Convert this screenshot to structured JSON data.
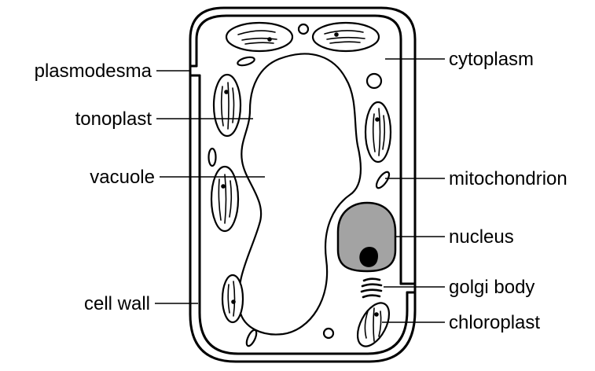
{
  "labels": {
    "plasmodesma": "plasmodesma",
    "tonoplast": "tonoplast",
    "vacuole": "vacuole",
    "cell_wall": "cell wall",
    "cytoplasm": "cytoplasm",
    "mitochondrion": "mitochondrion",
    "nucleus": "nucleus",
    "golgi_body": "golgi body",
    "chloroplast": "chloroplast"
  },
  "colors": {
    "nucleus_fill": "#a3a3a3",
    "nucleolus_fill": "#000000",
    "line": "#000000"
  }
}
